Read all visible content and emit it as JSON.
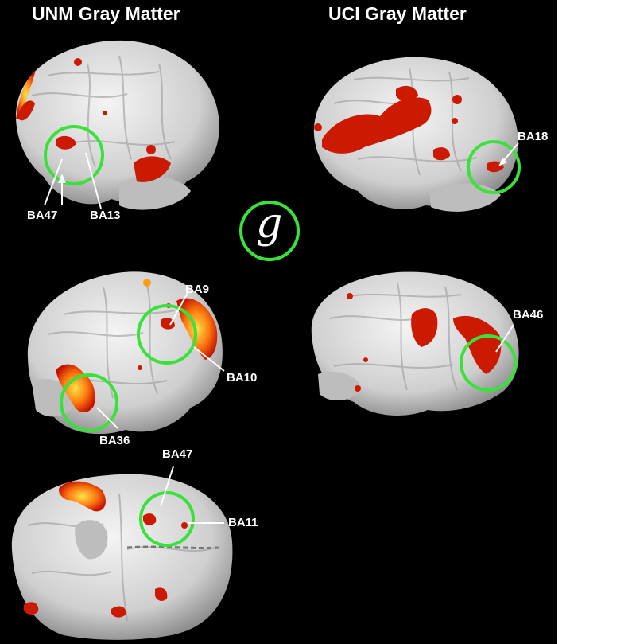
{
  "panels": {
    "left_title": "UNM Gray Matter",
    "right_title": "UCI Gray Matter"
  },
  "factor_symbol": "g",
  "labels": {
    "ba47_top": "BA47",
    "ba13": "BA13",
    "ba18": "BA18",
    "ba9": "BA9",
    "ba10": "BA10",
    "ba36": "BA36",
    "ba46": "BA46",
    "ba47_bottom": "BA47",
    "ba11": "BA11"
  },
  "colors": {
    "background": "#000000",
    "brain": "#d9d9d9",
    "activation_core": "#ffd21a",
    "activation": "#cc1a00",
    "circle": "#3be13b",
    "text": "#ffffff"
  }
}
